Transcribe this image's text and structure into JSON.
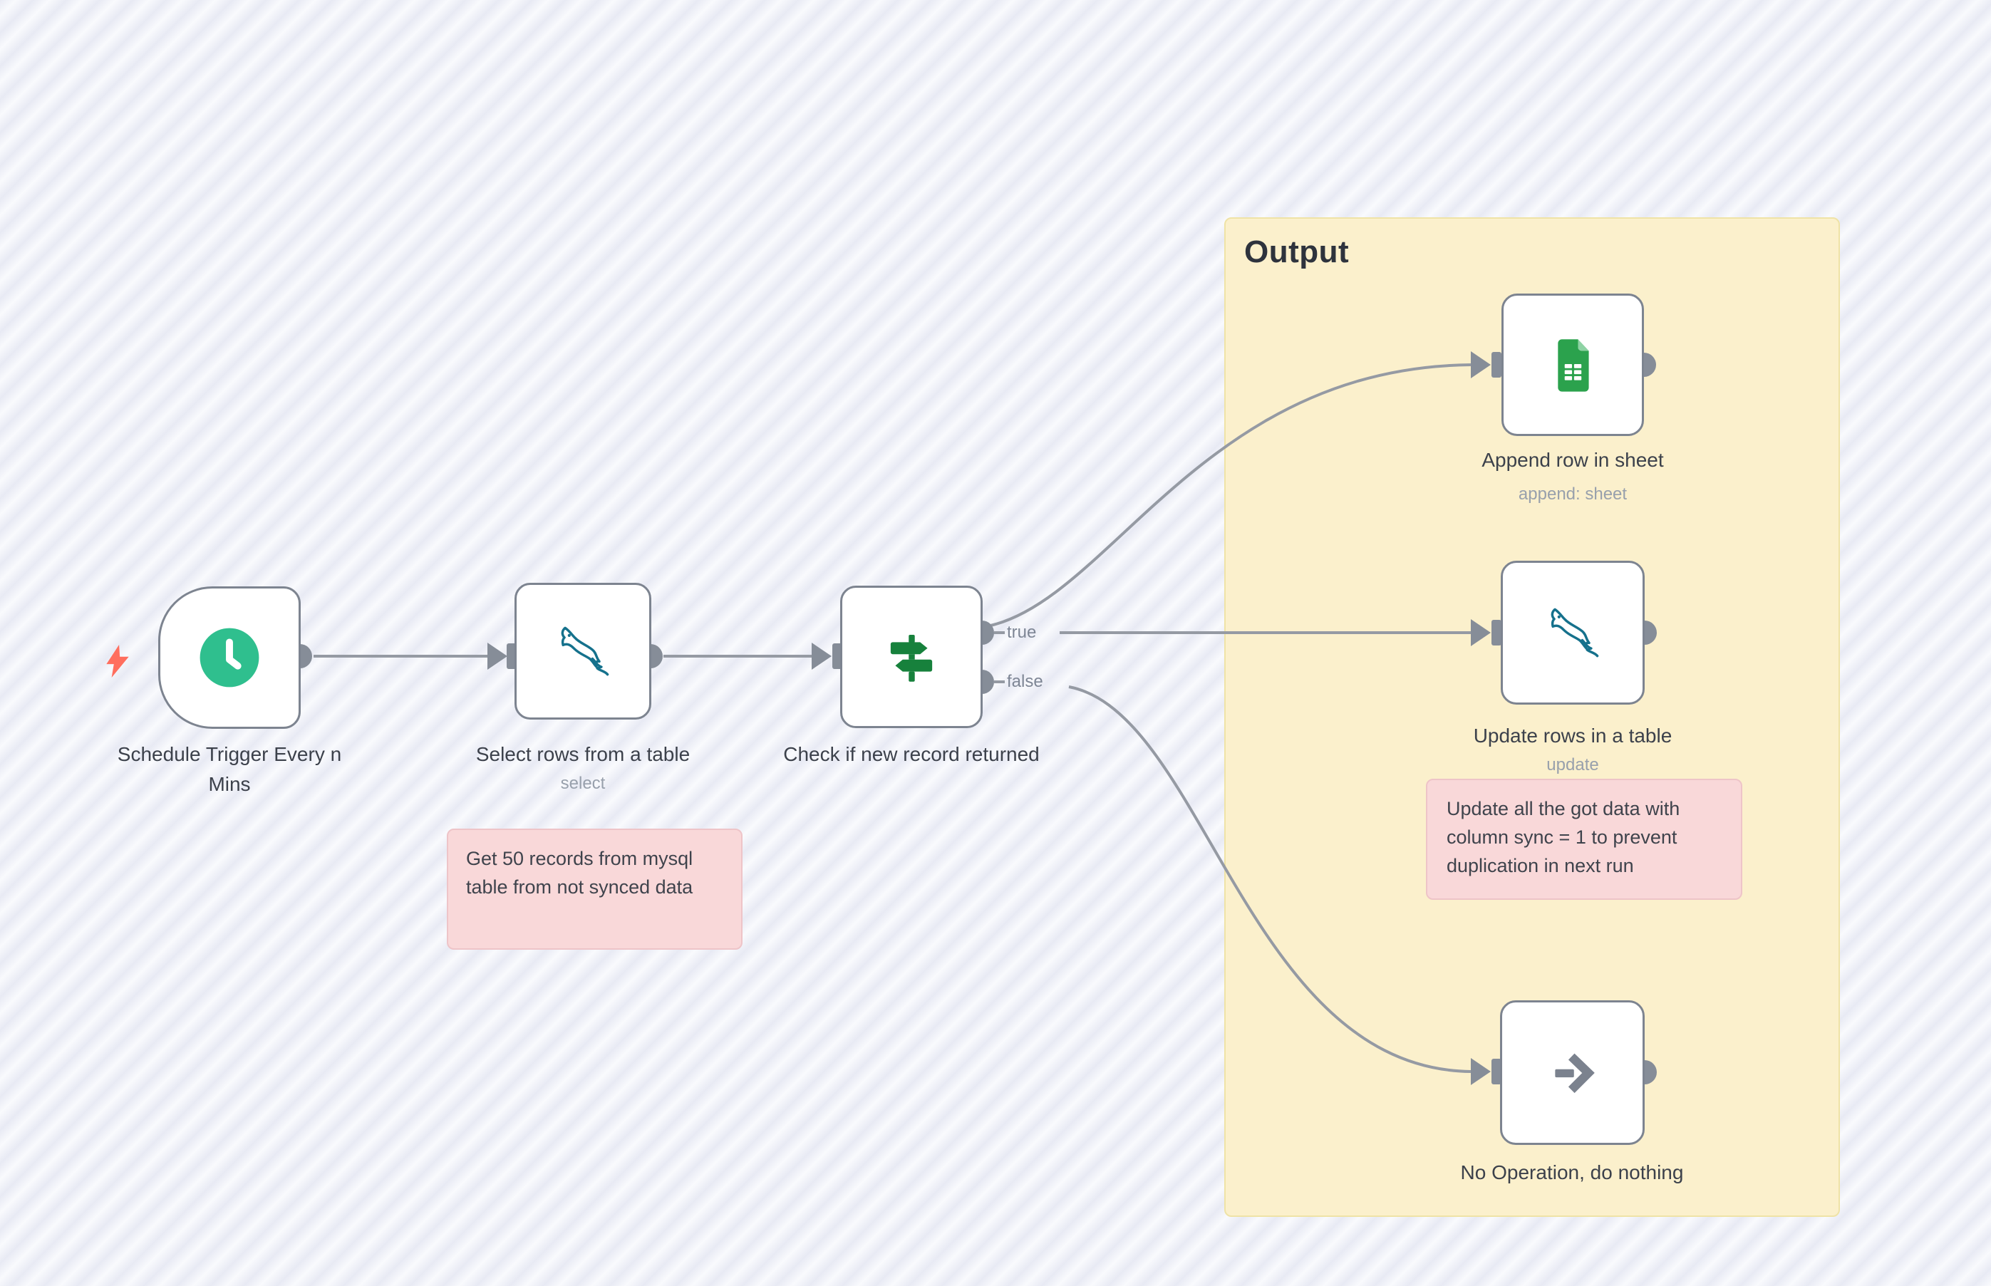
{
  "workflow": {
    "nodes": [
      {
        "name": "Schedule Trigger Every n Mins",
        "subtitle": "",
        "icon": "clock-trigger-icon"
      },
      {
        "name": "Select rows from a table",
        "subtitle": "select",
        "icon": "mysql-icon"
      },
      {
        "name": "Check if new record returned",
        "subtitle": "",
        "icon": "signpost-icon",
        "outputs": [
          {
            "label": "true"
          },
          {
            "label": "false"
          }
        ]
      },
      {
        "name": "Append row in sheet",
        "subtitle": "append: sheet",
        "icon": "google-sheets-icon"
      },
      {
        "name": "Update rows in a table",
        "subtitle": "update",
        "icon": "mysql-icon"
      },
      {
        "name": "No Operation, do nothing",
        "subtitle": "",
        "icon": "arrow-right-icon"
      }
    ],
    "stickies": [
      {
        "color": "yellow",
        "title": "Output",
        "text": ""
      },
      {
        "color": "pink",
        "text": "Get 50 records from mysql table from not synced data"
      },
      {
        "color": "pink",
        "text": "Update all the got data with column sync = 1 to prevent duplication in next run"
      }
    ],
    "colors": {
      "canvas_stripe": "#e8eaf4",
      "canvas_light": "#f9fafd",
      "node_border": "#7d8490",
      "connector_gray": "#868d98",
      "edge_gray": "#959aa3",
      "sticky_yellow_bg": "#fbf0cc",
      "sticky_pink_bg": "#f9d8d9",
      "trigger_green": "#2fbf8e",
      "bolt_orange": "#ff6e5e",
      "if_green": "#17813c",
      "sheets_green": "#2ba24d",
      "mysql_teal": "#15718c",
      "label_dark": "#3c414b",
      "subtitle_gray": "#98a0ac"
    }
  }
}
